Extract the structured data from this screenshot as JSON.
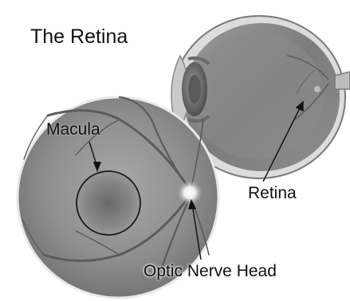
{
  "diagram": {
    "title": "The Retina",
    "labels": {
      "macula": "Macula",
      "retina": "Retina",
      "optic_nerve_head": "Optic Nerve Head"
    }
  }
}
